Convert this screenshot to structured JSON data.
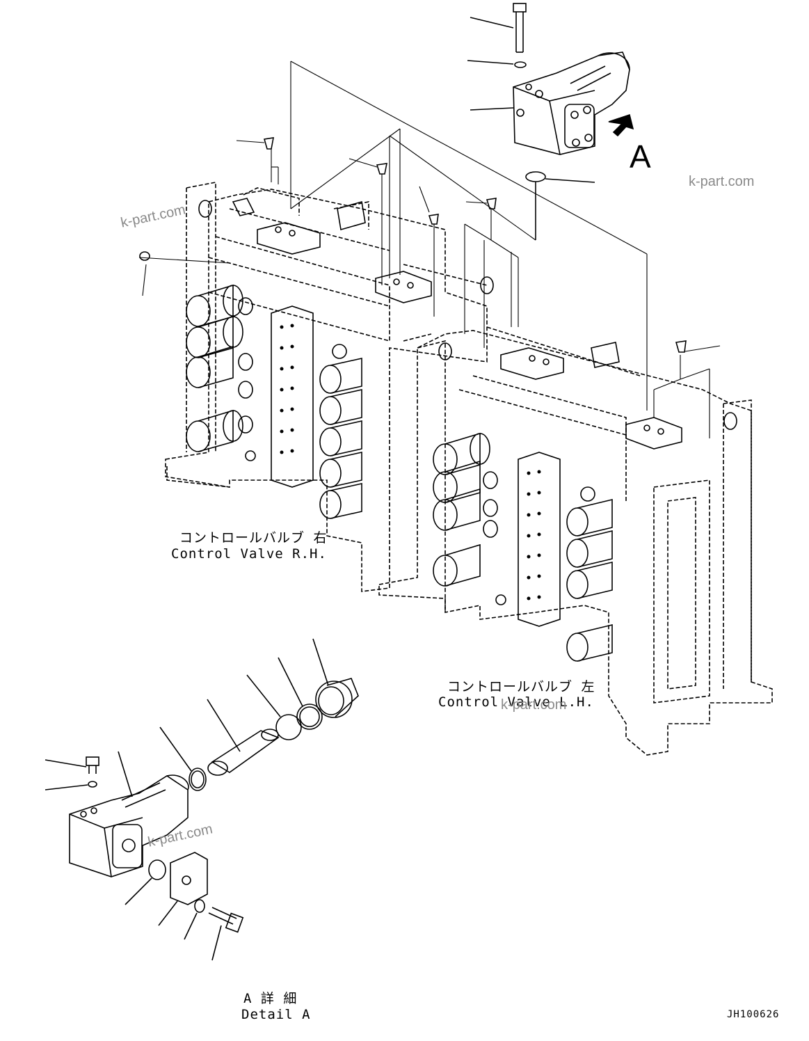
{
  "labels": {
    "control_valve_rh_ja": "コントロールバルブ 右",
    "control_valve_rh_en": "Control Valve R.H.",
    "control_valve_lh_ja": "コントロールバルブ 左",
    "control_valve_lh_en": "Control Valve L.H.",
    "detail_a_ja": "A 詳 細",
    "detail_a_en": "Detail A",
    "view_letter": "A",
    "drawing_code": "JH100626"
  },
  "watermarks": [
    "k-part.com",
    "k-part.com",
    "k-part.com",
    "k-part.com"
  ],
  "colors": {
    "line": "#000000",
    "watermark": "#8a8a8a",
    "background": "#ffffff"
  }
}
